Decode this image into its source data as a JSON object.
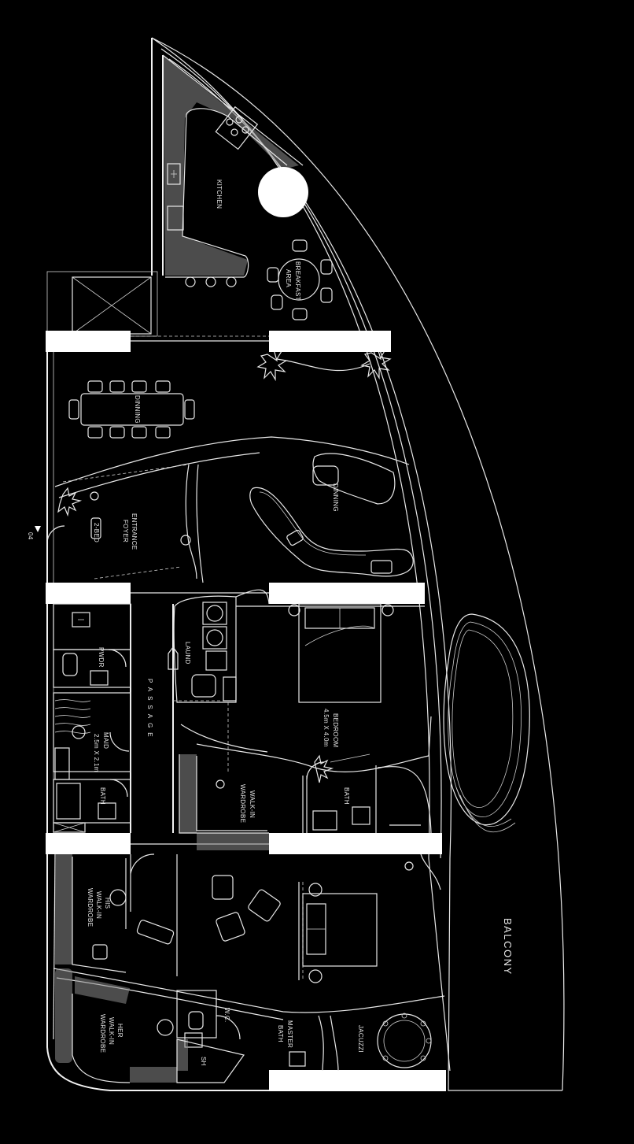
{
  "rooms": {
    "kitchen": "KITCHEN",
    "breakfast_line1": "BREAKFAST",
    "breakfast_line2": "AREA",
    "dining_table": "DINNING",
    "dining_lounge": "DINNING",
    "entrance_line1": "ENTRANCE",
    "entrance_line2": "FOYER",
    "two_bed": "2-BED",
    "door_no": "04",
    "laund": "LAUND",
    "pwdr": "PWDR",
    "passage": "PASSAGE",
    "maid_line1": "MAID",
    "maid_line2": "2.5m X 2.1m",
    "maid_bath": "BATH",
    "bedroom_line1": "BEDROOM",
    "bedroom_line2": "4.5m X 4.0m",
    "walkin_line1": "WALK-IN",
    "walkin_line2": "WARDROBE",
    "bath2": "BATH",
    "his_line1": "HIS",
    "his_line2": "WALK-IN",
    "his_line3": "WARDROBE",
    "her_line1": "HER",
    "her_line2": "WALK-IN",
    "her_line3": "WARDROBE",
    "wc": "W.C.",
    "sh": "SH",
    "master_line1": "MASTER",
    "master_line2": "BATH",
    "jacuzzi": "JACUZZI",
    "balcony": "BALCONY"
  }
}
